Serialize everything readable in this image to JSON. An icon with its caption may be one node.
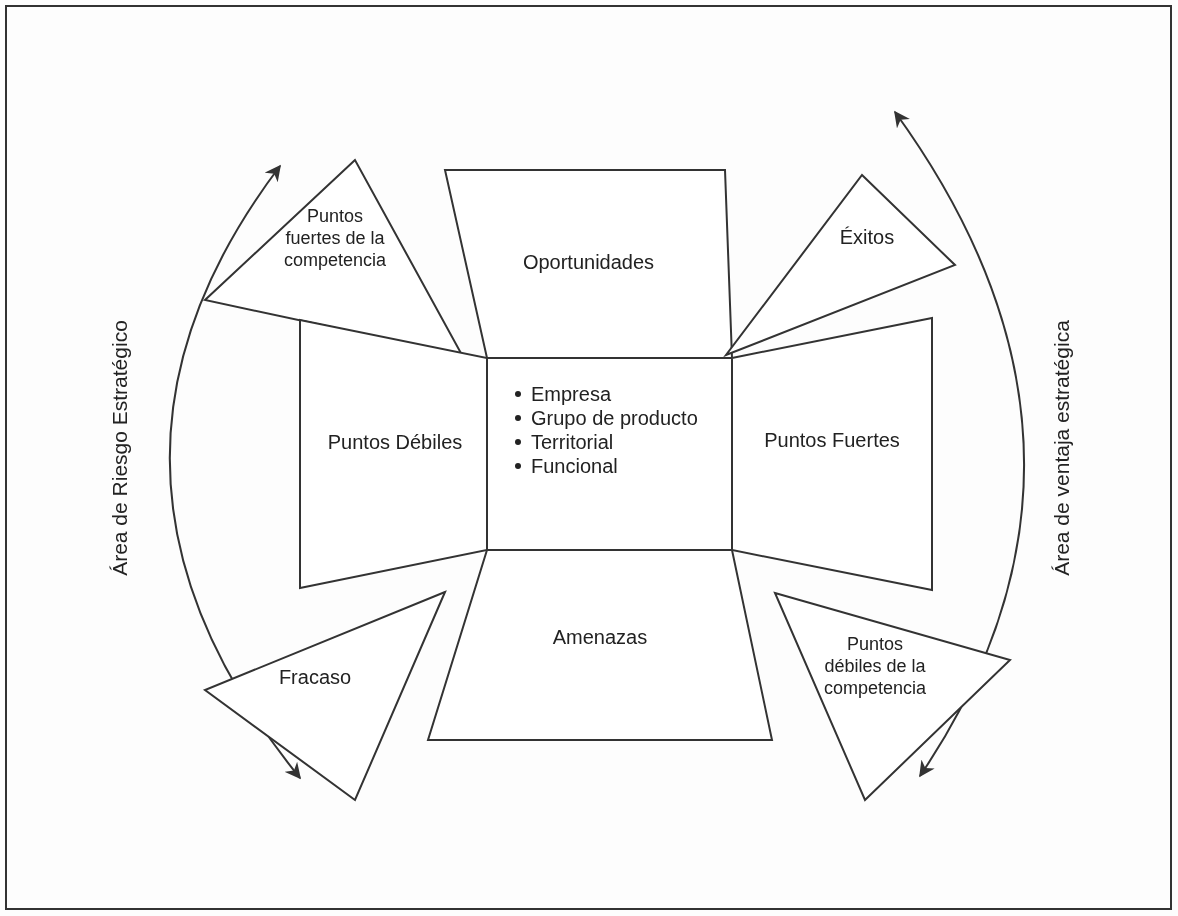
{
  "diagram": {
    "nodes": [
      {
        "text": [
          "Puntos fuertes de la competencia"
        ]
      },
      {
        "text": [
          "Oportunidades"
        ]
      },
      {
        "text": [
          "Éxitos"
        ]
      },
      {
        "text": [
          "Puntos Débiles"
        ]
      },
      {
        "text": [
          "Empresa",
          "Grupo de producto",
          "Territorial",
          "Funcional"
        ]
      },
      {
        "text": [
          "Puntos Fuertes"
        ]
      },
      {
        "text": [
          "Fracaso"
        ]
      },
      {
        "text": [
          "Amenazas"
        ]
      },
      {
        "text": [
          "Puntos débiles de la competencia"
        ]
      }
    ],
    "labels": [
      "Área de Riesgo Estratégico",
      "Área de ventaja estratégica"
    ]
  }
}
